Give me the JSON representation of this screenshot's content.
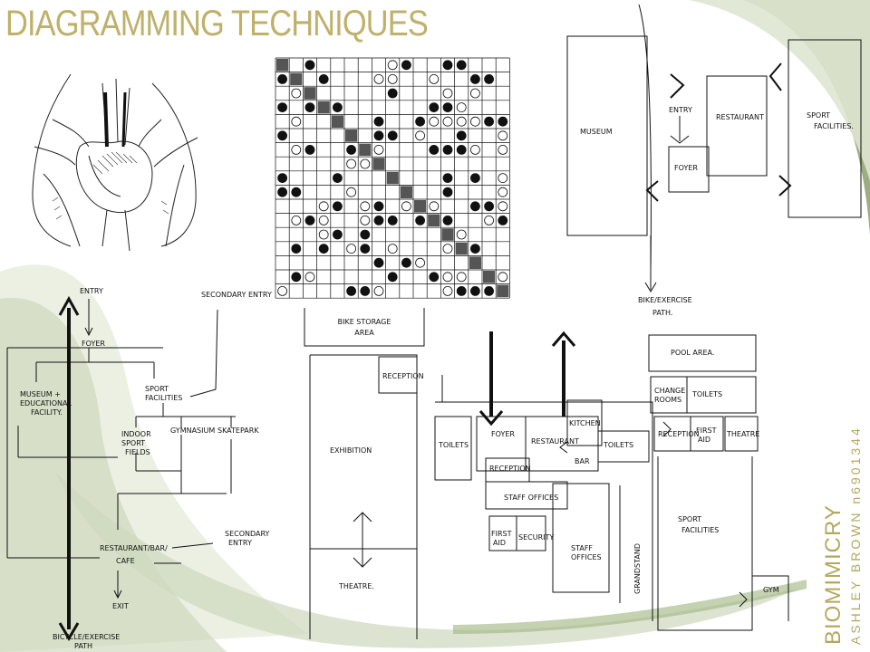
{
  "title": "DIAGRAMMING TECHNIQUES",
  "sidebar": {
    "project": "BIOMIMICRY",
    "author": "ASHLEY BROWN n6901344"
  },
  "colors": {
    "accent_text": "#bfb06a",
    "swoosh_green": "#7f9a5a",
    "swoosh_light": "#dfe6d2",
    "ink": "#111111"
  },
  "flow_diagram": {
    "entry": "ENTRY",
    "secondary_entry_top": "SECONDARY ENTRY",
    "foyer": "FOYER",
    "museum_line1": "MUSEUM +",
    "museum_line2": "EDUCATIONAL",
    "museum_line3": "FACILITY.",
    "sport_line1": "SPORT",
    "sport_line2": "FACILITIES",
    "indoor_line1": "INDOOR",
    "indoor_line2": "SPORT",
    "indoor_line3": "FIELDS",
    "gymnasium": "GYMNASIUM",
    "skatepark": "SKATEPARK",
    "restaurant_line1": "RESTAURANT/BAR/",
    "restaurant_line2": "CAFE",
    "secondary_entry_bottom_1": "SECONDARY",
    "secondary_entry_bottom_2": "ENTRY",
    "exit": "EXIT",
    "bicycle_line1": "BICYCLE/EXERCISE",
    "bicycle_line2": "PATH"
  },
  "bubble_diagram": {
    "museum": "MUSEUM",
    "entry": "ENTRY",
    "restaurant": "RESTAURANT",
    "sport_line1": "SPORT",
    "sport_line2": "FACILITIES.",
    "foyer": "FOYER",
    "bike_line1": "BIKE/EXERCISE",
    "bike_line2": "PATH."
  },
  "plan": {
    "bike_storage_1": "BIKE STORAGE",
    "bike_storage_2": "AREA",
    "pool_area": "POOL AREA.",
    "reception_top": "RECEPTION",
    "change_1": "CHANGE",
    "change_2": "ROOMS",
    "toilets_right": "TOILETS",
    "kitchen": "KITCHEN",
    "exhibition": "EXHIBITION",
    "toilets_left": "TOILETS",
    "foyer": "FOYER",
    "restaurant": "RESTAURANT",
    "toilets_mid": "TOILETS",
    "reception_right": "RECEPTION",
    "first_aid_right_1": "FIRST",
    "first_aid_right_2": "AID",
    "theatre_small": "THEATRE",
    "reception_mid": "RECEPTION",
    "bar": "BAR",
    "staff_offices_1": "STAFF OFFICES",
    "first_aid_1": "FIRST",
    "first_aid_2": "AID",
    "security": "SECURITY",
    "staff_offices_2a": "STAFF",
    "staff_offices_2b": "OFFICES",
    "grandstand": "GRANDSTAND",
    "sport_1": "SPORT",
    "sport_2": "FACILITIES",
    "theatre": "THEATRE.",
    "gym": "GYM"
  },
  "matrix": {
    "rows": 17,
    "columns": 17
  }
}
